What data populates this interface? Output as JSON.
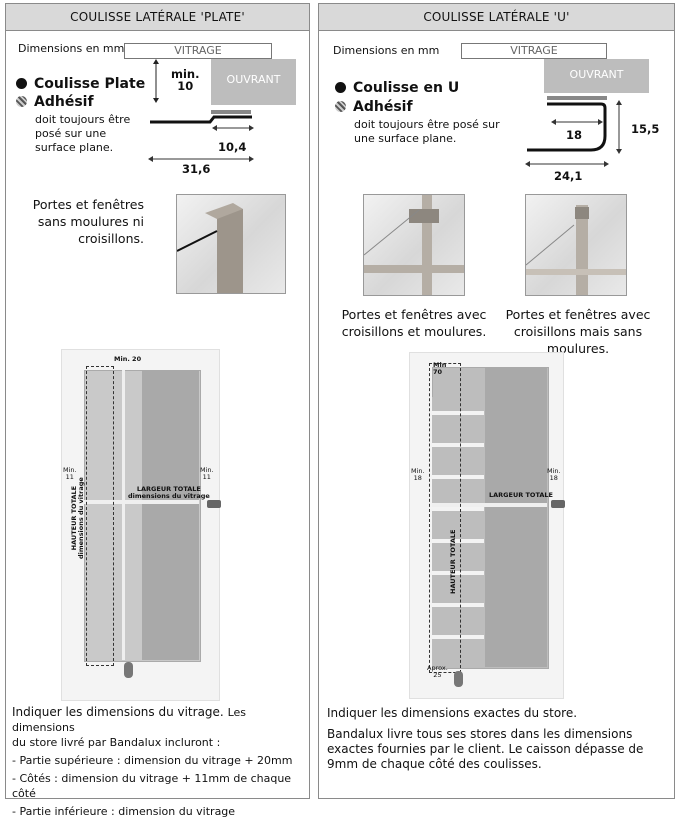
{
  "left": {
    "header": "COULISSE LATÉRALE 'PLATE'",
    "dimensions_label": "Dimensions en mm",
    "vitrage": "VITRAGE",
    "ouvrant": "OUVRANT",
    "min_label": "min.",
    "min_value": "10",
    "coulisse_title": "Coulisse Plate",
    "adhesif_title": "Adhésif",
    "adhesif_lines": [
      "doit toujours être",
      "posé sur une",
      "surface plane."
    ],
    "dim_10_4": "10,4",
    "dim_31_6": "31,6",
    "doors_lines": [
      "Portes et fenêtres",
      "sans moulures ni",
      "croisillons."
    ],
    "diagram": {
      "min_20": "Min. 20",
      "min_11_left": [
        "Min.",
        "11"
      ],
      "min_11_right": [
        "Min.",
        "11"
      ],
      "largeur": [
        "LARGEUR TOTALE",
        "dimensions du vitrage"
      ],
      "hauteur": [
        "HAUTEUR TOTALE",
        "dimensions du vitrage"
      ]
    },
    "text_intro_bold": "Indiquer les dimensions du vitrage.",
    "text_intro_rest": "Les dimensions",
    "text_line2": "du store livré par Bandalux incluront :",
    "bullets": [
      "- Partie supérieure : dimension du vitrage + 20mm",
      "- Côtés : dimension du vitrage + 11mm de chaque côté",
      "- Partie inférieure : dimension du vitrage"
    ]
  },
  "right": {
    "header": "COULISSE LATÉRALE 'U'",
    "dimensions_label": "Dimensions en mm",
    "vitrage": "VITRAGE",
    "ouvrant": "OUVRANT",
    "coulisse_title": "Coulisse en U",
    "adhesif_title": "Adhésif",
    "adhesif_lines": [
      "doit toujours être posé sur",
      "une surface plane."
    ],
    "dim_18": "18",
    "dim_15_5": "15,5",
    "dim_24_1": "24,1",
    "caption1": [
      "Portes et fenêtres avec",
      "croisillons et moulures."
    ],
    "caption2": [
      "Portes et fenêtres avec",
      "croisillons mais sans moulures."
    ],
    "diagram": {
      "min_70": [
        "Min",
        "70"
      ],
      "min_18_left": [
        "Min.",
        "18"
      ],
      "min_18_right": [
        "Min.",
        "18"
      ],
      "largeur": "LARGEUR TOTALE",
      "hauteur": "HAUTEUR TOTALE",
      "aprox": [
        "Aprox.",
        "25"
      ]
    },
    "text1": "Indiquer les dimensions exactes du store.",
    "text2": [
      "Bandalux livre tous ses stores dans les dimensions",
      "exactes fournies par le client. Le caisson dépasse de",
      "9mm de chaque côté des coulisses."
    ]
  },
  "colors": {
    "panel_header": "#d9d9d9",
    "ouvrant": "#bdbdbd",
    "door": "#f4f4f4"
  }
}
